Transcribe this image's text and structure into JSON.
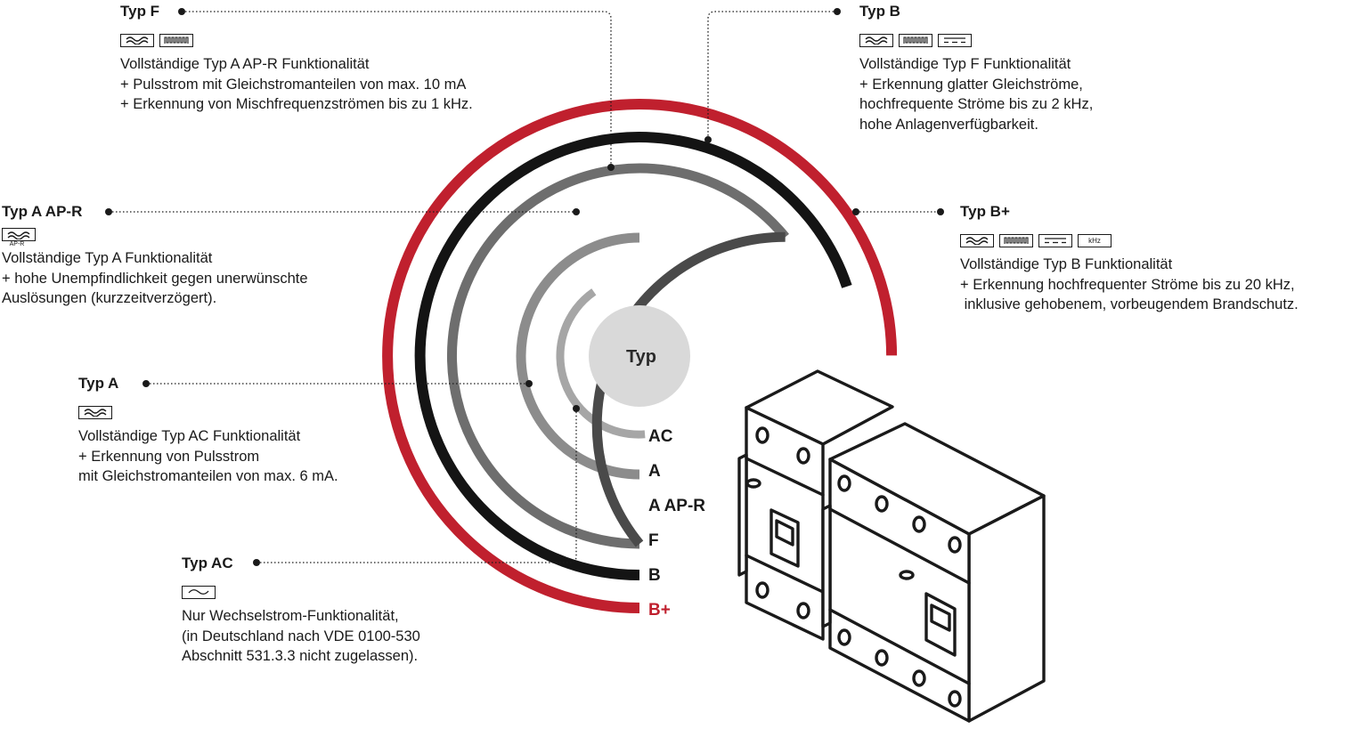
{
  "center_label": "Typ",
  "ring_labels": [
    {
      "text": "AC",
      "color": "#1a1a1a"
    },
    {
      "text": "A",
      "color": "#1a1a1a"
    },
    {
      "text": "A AP-R",
      "color": "#1a1a1a"
    },
    {
      "text": "F",
      "color": "#1a1a1a"
    },
    {
      "text": "B",
      "color": "#1a1a1a"
    },
    {
      "text": "B+",
      "color": "#c0202e"
    }
  ],
  "ring_colors": {
    "AC": "#a6a6a6",
    "A": "#8c8c8c",
    "A AP-R": "#6e6e6e",
    "F": "#4a4a4a",
    "B": "#141414",
    "B+": "#c0202e"
  },
  "blocks": {
    "typ_f": {
      "title": "Typ F",
      "icons": [
        "mixed-wave-icon",
        "high-frequency-icon"
      ],
      "description": "Vollständige Typ A AP-R Funktionalität\n+ Pulsstrom mit Gleichstromanteilen von max. 10 mA\n+ Erkennung von Mischfrequenzströmen bis zu 1 kHz."
    },
    "typ_b": {
      "title": "Typ B",
      "icons": [
        "mixed-wave-icon",
        "high-frequency-icon",
        "direct-current-icon"
      ],
      "description": "Vollständige Typ F Funktionalität\n+ Erkennung glatter Gleichströme,\nhochfrequente Ströme bis zu 2 kHz,\nhohe Anlagenverfügbarkeit."
    },
    "typ_a_apr": {
      "title": "Typ A AP-R",
      "icons": [
        "mixed-wave-icon"
      ],
      "icon_caption": "AP-R",
      "description": "Vollständige Typ A Funktionalität\n+ hohe Unempfindlichkeit gegen unerwünschte\nAuslösungen (kurzzeitverzögert)."
    },
    "typ_b_plus": {
      "title": "Typ B+",
      "icons": [
        "mixed-wave-icon",
        "high-frequency-icon",
        "direct-current-icon",
        "khz-icon"
      ],
      "khz_label": "kHz",
      "description": "Vollständige Typ B Funktionalität\n+ Erkennung hochfrequenter Ströme bis zu 20 kHz,\n inklusive gehobenem, vorbeugendem Brandschutz."
    },
    "typ_a": {
      "title": "Typ A",
      "icons": [
        "mixed-wave-icon"
      ],
      "description": "Vollständige Typ AC Funktionalität\n+ Erkennung von Pulsstrom\nmit Gleichstromanteilen von max. 6 mA."
    },
    "typ_ac": {
      "title": "Typ AC",
      "icons": [
        "sine-wave-icon"
      ],
      "description": "Nur Wechselstrom-Funktionalität,\n(in Deutschland nach VDE 0100-530\nAbschnitt 531.3.3 nicht zugelassen)."
    }
  }
}
